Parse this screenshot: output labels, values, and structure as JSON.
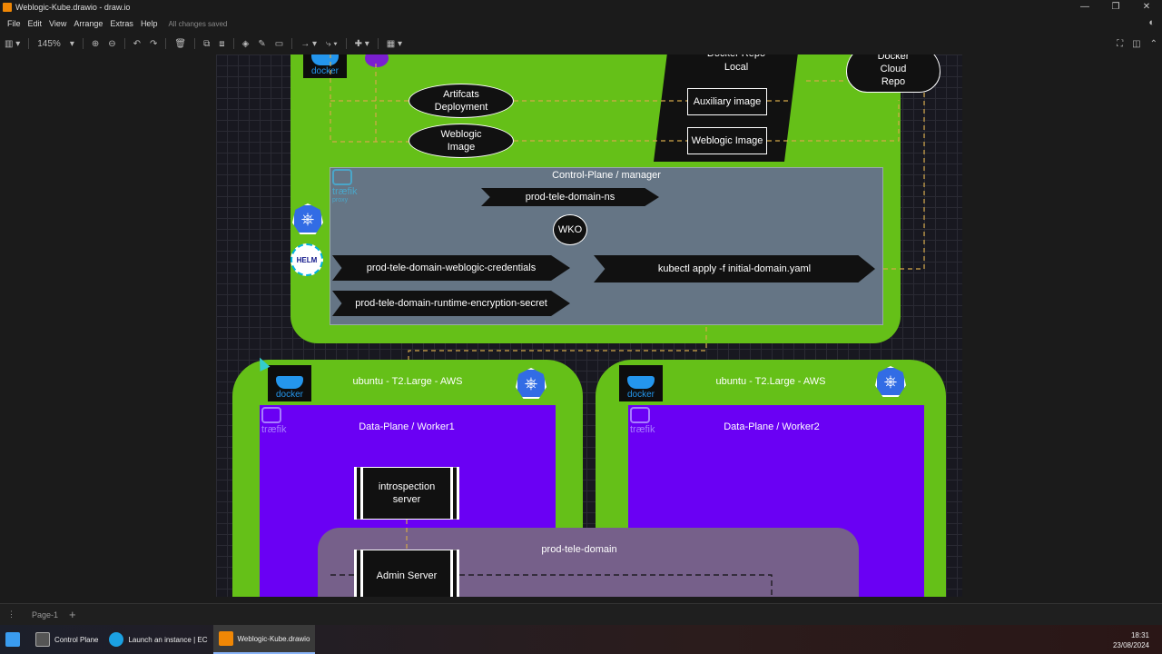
{
  "window": {
    "title": "Weblogic-Kube.drawio - draw.io",
    "minimize": "—",
    "maximize": "❐",
    "close": "✕"
  },
  "menu": {
    "items": [
      "File",
      "Edit",
      "View",
      "Arrange",
      "Extras",
      "Help"
    ],
    "status": "All changes saved"
  },
  "toolbar": {
    "zoom": "145%"
  },
  "diagram": {
    "docker_repo_local": "Docker Repo\nLocal",
    "docker_cloud_repo": "Docker\nCloud\nRepo",
    "artifacts_deployment": "Artifcats\nDeployment",
    "weblogic_image_ellipse": "Weblogic\nImage",
    "auxiliary_image": "Auxiliary image",
    "weblogic_image_box": "Weblogic Image",
    "control_plane": "Control-Plane / manager",
    "namespace": "prod-tele-domain-ns",
    "wko": "WKO",
    "credentials": "prod-tele-domain-weblogic-credentials",
    "encryption_secret": "prod-tele-domain-runtime-encryption-secret",
    "kubectl": "kubectl apply -f initial-domain.yaml",
    "node1_title": "ubuntu - T2.Large - AWS",
    "node2_title": "ubuntu - T2.Large - AWS",
    "worker1": "Data-Plane / Worker1",
    "worker2": "Data-Plane / Worker2",
    "introspection": "introspection\nserver",
    "prod_domain": "prod-tele-domain",
    "admin_server": "Admin Server",
    "traefik": "træfik",
    "traefik_proxy": "proxy",
    "docker": "docker",
    "helm": "HELM",
    "colors": {
      "green": "#65c018",
      "purple": "#6a00f4",
      "gray": "#657585",
      "lavender": "#76608a",
      "arrow": "#d4a84a"
    }
  },
  "footer": {
    "page": "Page-1"
  },
  "taskbar": {
    "items": [
      "Control Plane",
      "Launch an instance | EC",
      "Weblogic-Kube.drawio"
    ],
    "time": "18:31",
    "date": "23/08/2024"
  }
}
